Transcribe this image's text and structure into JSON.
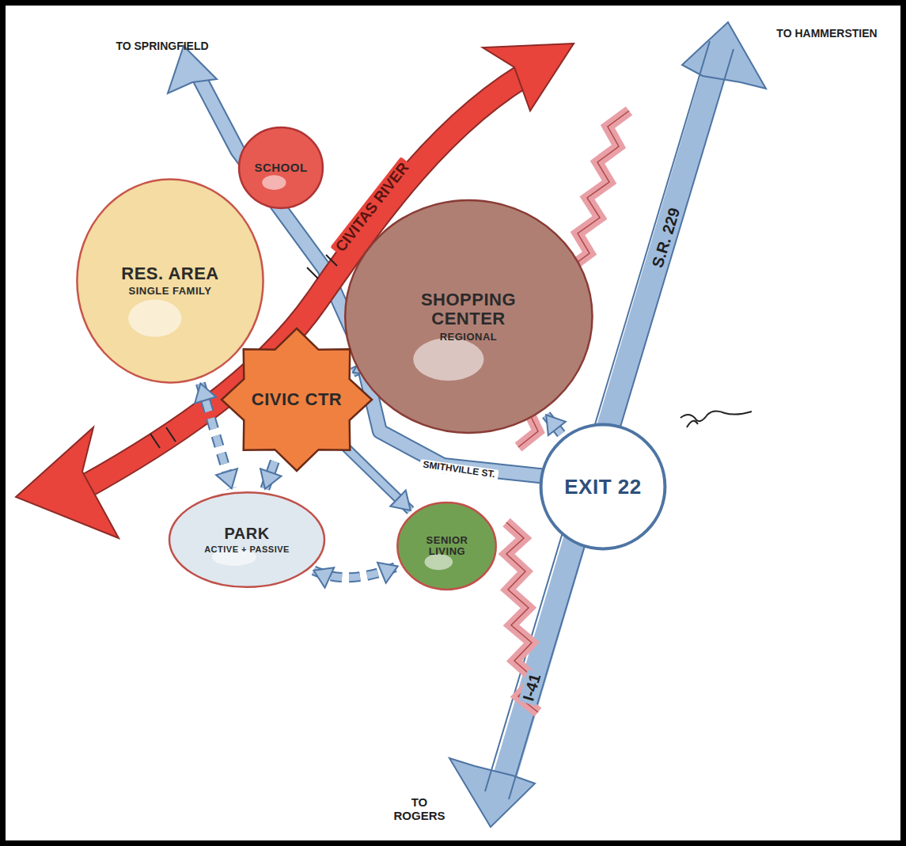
{
  "diagram": {
    "nodes": [
      {
        "text": [
          "SCHOOL"
        ]
      },
      {
        "text": [
          "RES. AREA",
          "SINGLE FAMILY"
        ]
      },
      {
        "text": [
          "SHOPPING CENTER",
          "REGIONAL"
        ]
      },
      {
        "text": [
          "CIVIC CTR"
        ]
      },
      {
        "text": [
          "EXIT 22"
        ]
      },
      {
        "text": [
          "PARK",
          "ACTIVE + PASSIVE"
        ]
      },
      {
        "text": [
          "SENIOR LIVING"
        ]
      }
    ],
    "edges": [
      {
        "from": 1,
        "to": 5,
        "arrow": "both"
      },
      {
        "from": 5,
        "to": 6,
        "arrow": "both"
      },
      {
        "from": 3,
        "to": 2,
        "arrow": "to"
      },
      {
        "from": 3,
        "to": 5,
        "arrow": "to"
      },
      {
        "from": 3,
        "to": 6,
        "arrow": "to"
      },
      {
        "from": 4,
        "to": 2,
        "arrow": "to"
      }
    ],
    "labels": [
      "TO SPRINGFIELD",
      "TO HAMMERSTIEN",
      "CIVITAS RIVER",
      "S.R. 229",
      "SMITHVILLE ST.",
      "I-41",
      "TO ROGERS"
    ]
  }
}
